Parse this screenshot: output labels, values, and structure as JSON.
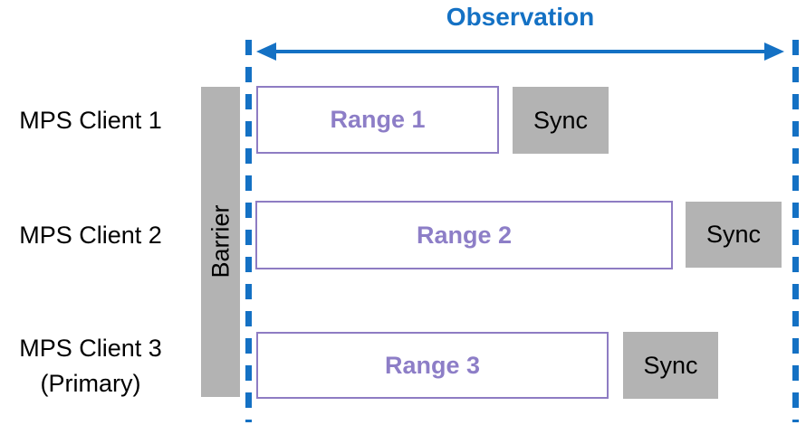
{
  "diagram": {
    "title": "Observation",
    "barrier_label": "Barrier",
    "rows": [
      {
        "client_line1": "MPS Client 1",
        "client_line2": "",
        "range_label": "Range 1",
        "sync_label": "Sync"
      },
      {
        "client_line1": "MPS Client 2",
        "client_line2": "",
        "range_label": "Range 2",
        "sync_label": "Sync"
      },
      {
        "client_line1": "MPS Client 3",
        "client_line2": "(Primary)",
        "range_label": "Range 3",
        "sync_label": "Sync"
      }
    ],
    "colors": {
      "accent_blue": "#1471C4",
      "range_purple_border": "#8E7CC3",
      "range_purple_text": "#8D7EC7",
      "sync_gray": "#B3B3B3",
      "text_black": "#000000",
      "background": "#FFFFFF"
    }
  }
}
